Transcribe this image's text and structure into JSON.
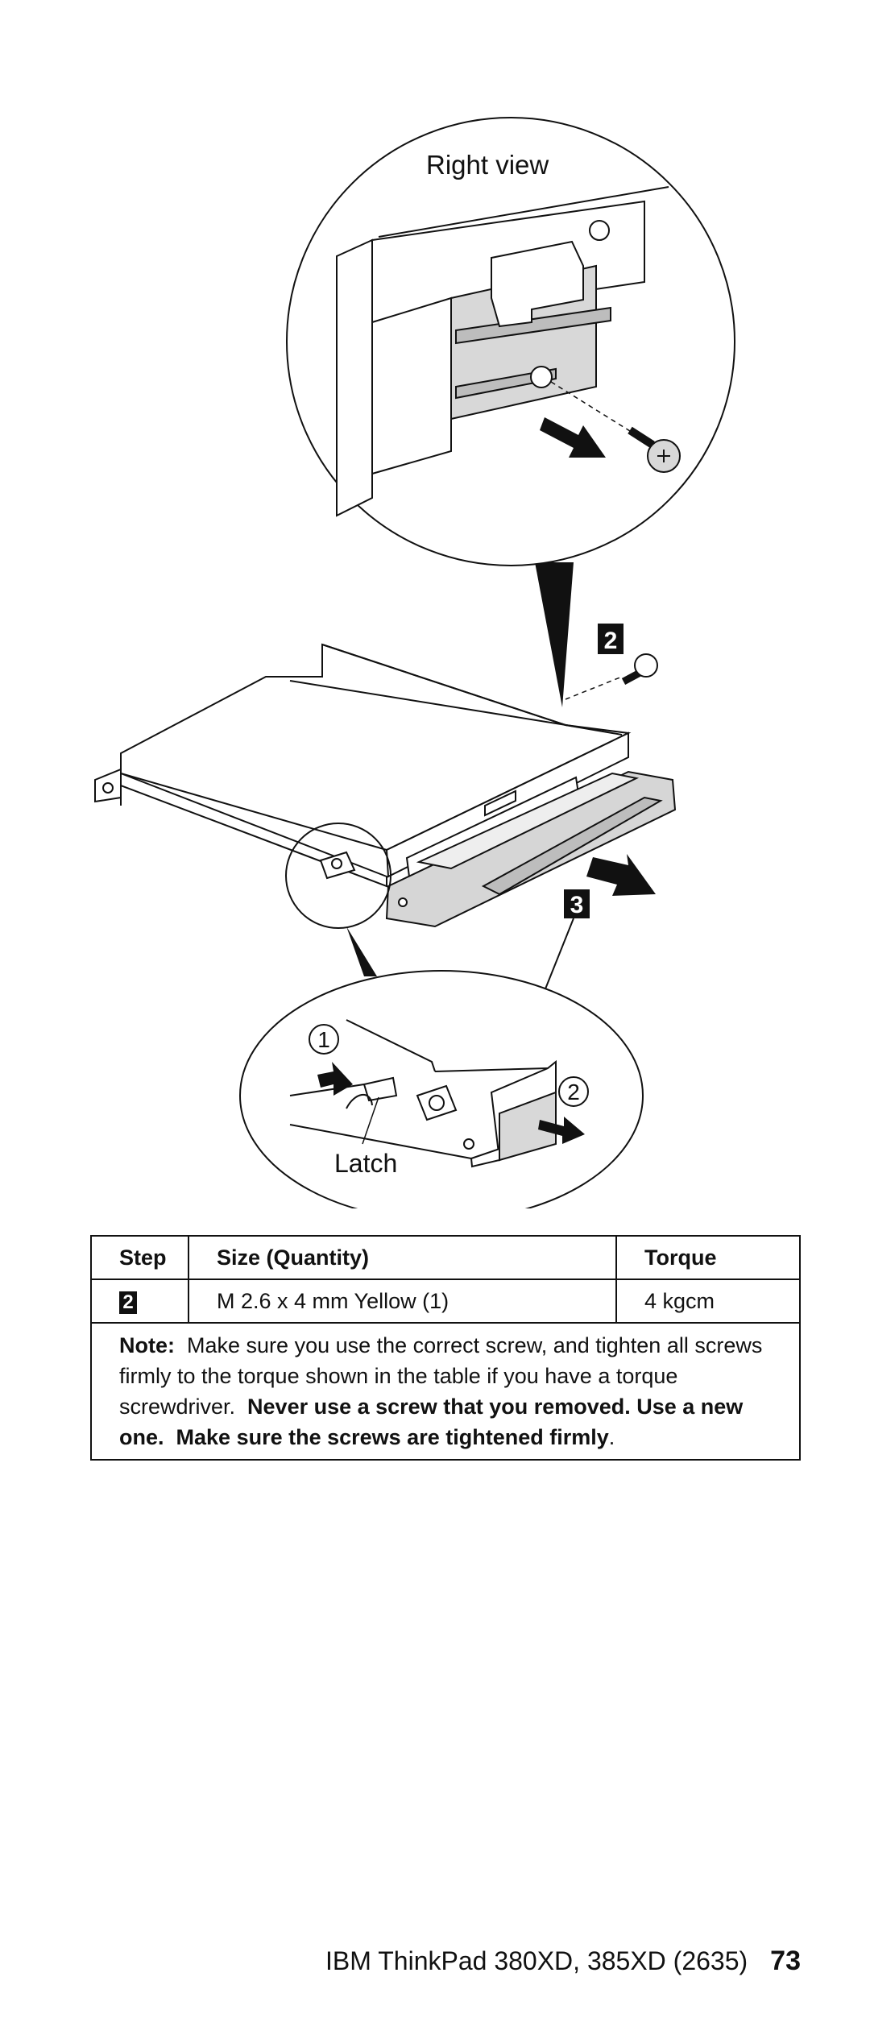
{
  "figure": {
    "right_view_label": "Right view",
    "latch_label": "Latch",
    "callout_2": "2",
    "callout_3": "3",
    "step_1": "1",
    "step_2": "2"
  },
  "table": {
    "headers": [
      "Step",
      "Size (Quantity)",
      "Torque"
    ],
    "rows": [
      {
        "step": "2",
        "size": "M 2.6 x 4 mm Yellow (1)",
        "torque": "4 kgcm"
      }
    ],
    "note": {
      "label": "Note:",
      "text": "Make sure you use the correct screw, and tighten all screws firmly to the torque shown in the table if you have a torque screwdriver.",
      "bold_1": "Never use a screw that you removed. Use a new one.",
      "bold_2": "Make sure the screws are tightened",
      "bold_3": "firmly",
      "end": "."
    }
  },
  "footer": {
    "title": "IBM ThinkPad 380XD, 385XD (2635)",
    "page_number": "73"
  }
}
